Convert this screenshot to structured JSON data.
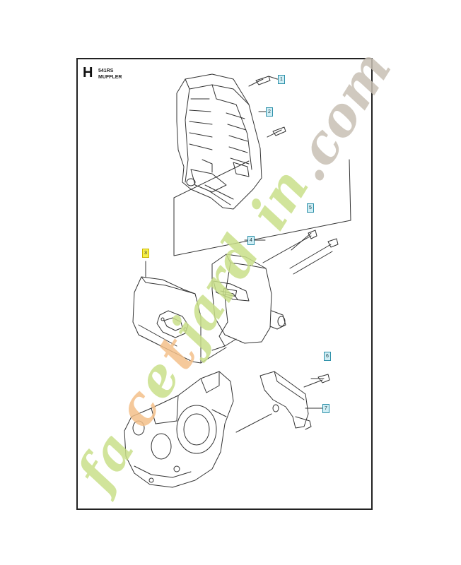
{
  "header": {
    "section_letter": "H",
    "model": "541RS",
    "title": "MUFFLER"
  },
  "callouts": [
    {
      "id": "1",
      "label": "1",
      "highlight": false
    },
    {
      "id": "2",
      "label": "2",
      "highlight": false
    },
    {
      "id": "3",
      "label": "3",
      "highlight": true
    },
    {
      "id": "4",
      "label": "4",
      "highlight": false
    },
    {
      "id": "5",
      "label": "5",
      "highlight": false
    },
    {
      "id": "6",
      "label": "6",
      "highlight": false
    },
    {
      "id": "7",
      "label": "7",
      "highlight": false
    }
  ],
  "watermark": {
    "text": "facetjardin.com",
    "colors": {
      "green": "#c9e08a",
      "orange": "#f4c08a",
      "grey": "#c8c0b4"
    }
  },
  "colors": {
    "callout_border": "#2b8fa8",
    "callout_fill": "#cfeef5",
    "highlight_fill": "#f6f04a",
    "line": "#333333"
  }
}
